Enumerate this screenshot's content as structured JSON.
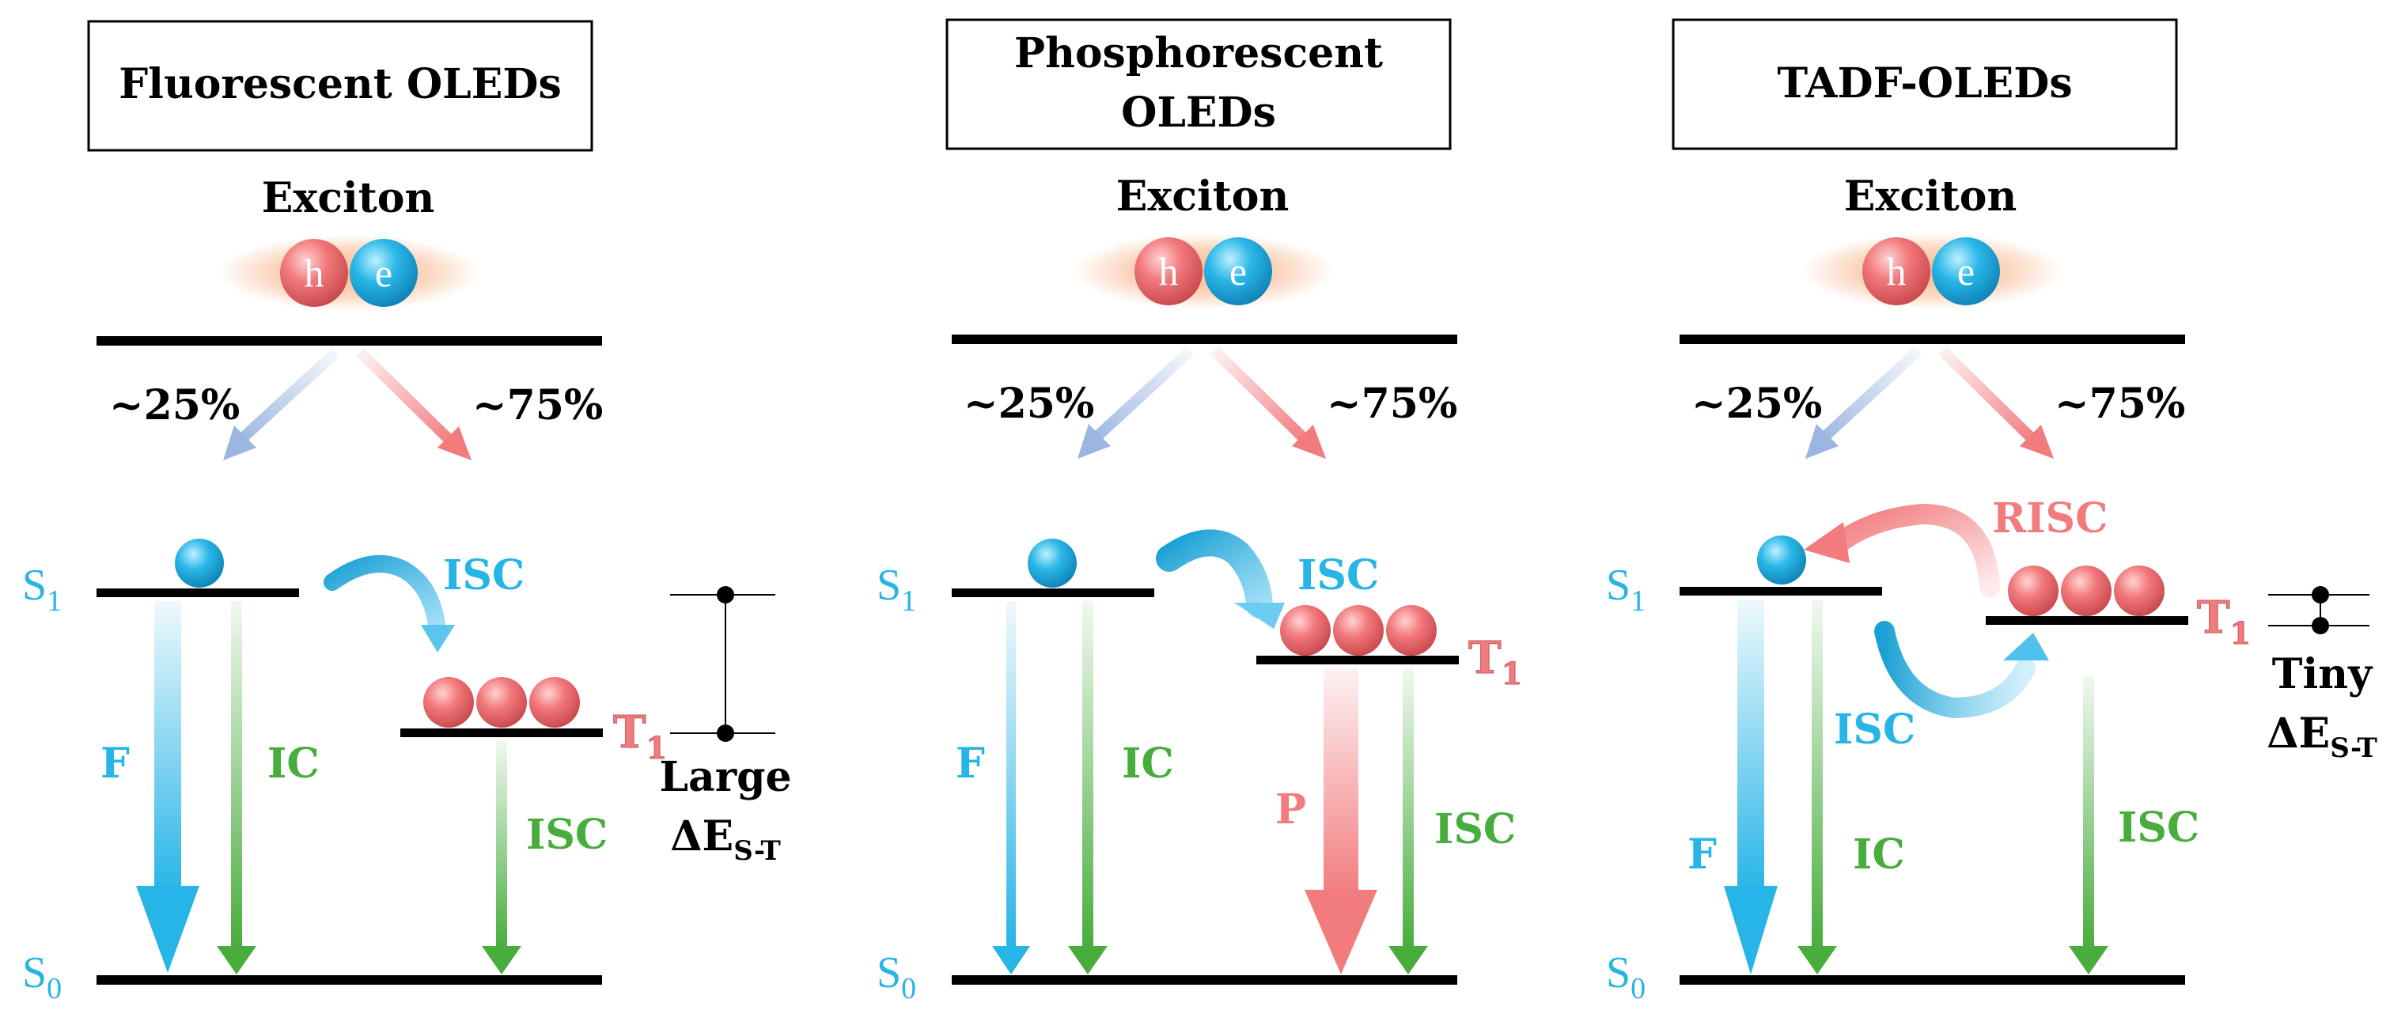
{
  "colors": {
    "singlet": "#27b4e6",
    "triplet": "#f27b7e",
    "internal_conversion": "#48ad3c",
    "level_line": "#000000",
    "exciton_glow": "#f8b489"
  },
  "common": {
    "exciton_label": "Exciton",
    "hole_symbol": "h",
    "electron_symbol": "e",
    "singlet_fraction": "~25%",
    "triplet_fraction": "~75%",
    "s1_label": "S",
    "s1_sub": "1",
    "s0_label": "S",
    "s0_sub": "0",
    "t1_label": "T",
    "t1_sub": "1"
  },
  "panels": [
    {
      "title_lines": [
        "Fluorescent OLEDs"
      ],
      "isc_label": "ISC",
      "f_label": "F",
      "ic_label": "IC",
      "t1_decay_label": "ISC",
      "gap_label": "Large",
      "gap_symbol": "ΔE",
      "gap_sub": "S-T"
    },
    {
      "title_lines": [
        "Phosphorescent",
        "OLEDs"
      ],
      "isc_label": "ISC",
      "f_label": "F",
      "ic_label": "IC",
      "p_label": "P",
      "t1_decay_label": "ISC"
    },
    {
      "title_lines": [
        "TADF-OLEDs"
      ],
      "risc_label": "RISC",
      "isc_label": "ISC",
      "f_label": "F",
      "ic_label": "IC",
      "t1_decay_label": "ISC",
      "gap_label": "Tiny",
      "gap_symbol": "ΔE",
      "gap_sub": "S-T"
    }
  ]
}
